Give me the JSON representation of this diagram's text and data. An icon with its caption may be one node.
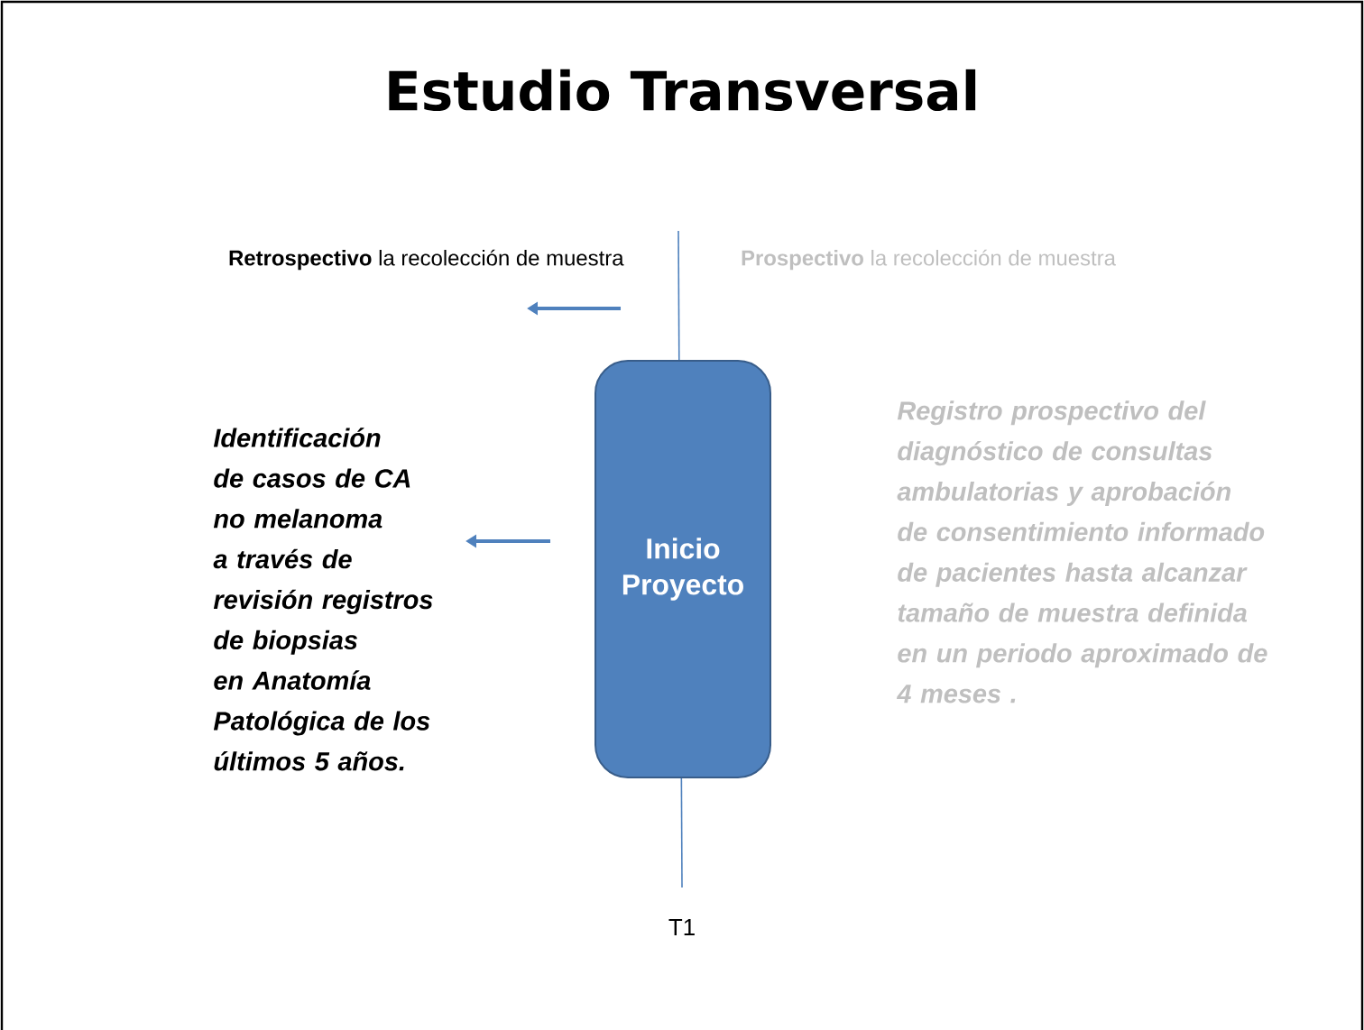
{
  "diagram": {
    "title": "Estudio Transversal",
    "nodes": [
      {
        "text": [
          "Inicio Proyecto"
        ]
      }
    ],
    "labels": [
      "**Retrospectivo** la recolección de muestra",
      "**Prospectivo** la recolección de muestra",
      "Identificación de casos de CA no melanoma a través de revisión registros de biopsias en Anatomía Patológica de los últimos 5 años.",
      "Registro prospectivo del diagnóstico de consultas ambulatorias y aprobación de consentimiento informado de pacientes hasta alcanzar tamaño de muestra definida en un periodo aproximado de 4 meses .",
      "T1"
    ]
  }
}
